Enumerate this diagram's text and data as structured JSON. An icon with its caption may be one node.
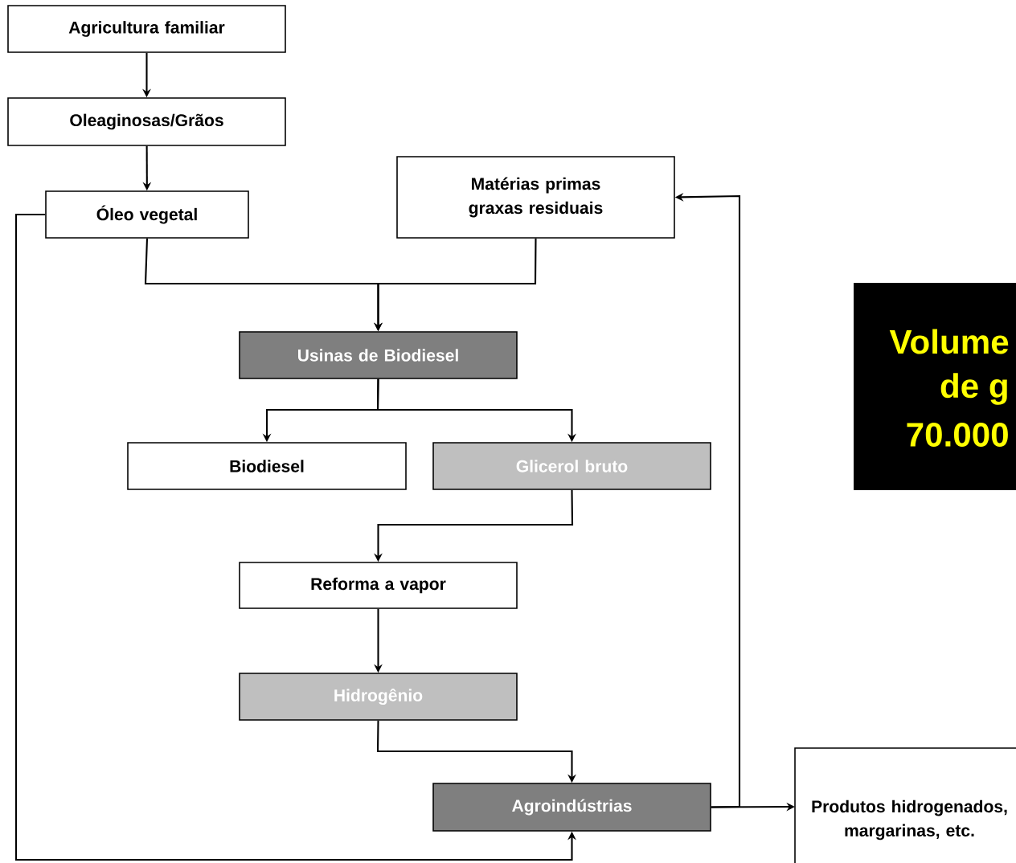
{
  "diagram": {
    "nodes": [
      {
        "text": [
          "Agricultura familiar"
        ]
      },
      {
        "text": [
          "Oleaginosas/Grãos"
        ]
      },
      {
        "text": [
          "Óleo vegetal"
        ]
      },
      {
        "text": [
          "Matérias primas graxas residuais"
        ]
      },
      {
        "text": [
          "Usinas de Biodiesel"
        ]
      },
      {
        "text": [
          "Biodiesel"
        ]
      },
      {
        "text": [
          "Glicerol bruto"
        ]
      },
      {
        "text": [
          "Reforma a vapor"
        ]
      },
      {
        "text": [
          "Hidrogênio"
        ]
      },
      {
        "text": [
          "Agroindústrias"
        ]
      },
      {
        "text": [
          "Produtos hidrogenados, margarinas, etc."
        ]
      },
      {
        "text": [
          "Volume",
          "de g",
          "70.000"
        ]
      }
    ],
    "edges": [
      {
        "from": 0,
        "to": 1,
        "arrow": "to"
      },
      {
        "from": 1,
        "to": 2,
        "arrow": "to"
      },
      {
        "from": 2,
        "to": 4,
        "arrow": "to"
      },
      {
        "from": 3,
        "to": 4,
        "arrow": "to"
      },
      {
        "from": 4,
        "to": 5,
        "arrow": "to"
      },
      {
        "from": 4,
        "to": 6,
        "arrow": "to"
      },
      {
        "from": 6,
        "to": 7,
        "arrow": "to"
      },
      {
        "from": 7,
        "to": 8,
        "arrow": "to"
      },
      {
        "from": 8,
        "to": 9,
        "arrow": "to"
      },
      {
        "from": 2,
        "to": 9,
        "arrow": "to"
      },
      {
        "from": 9,
        "to": 3,
        "arrow": "to"
      },
      {
        "from": 9,
        "to": 10,
        "arrow": "to"
      }
    ]
  }
}
